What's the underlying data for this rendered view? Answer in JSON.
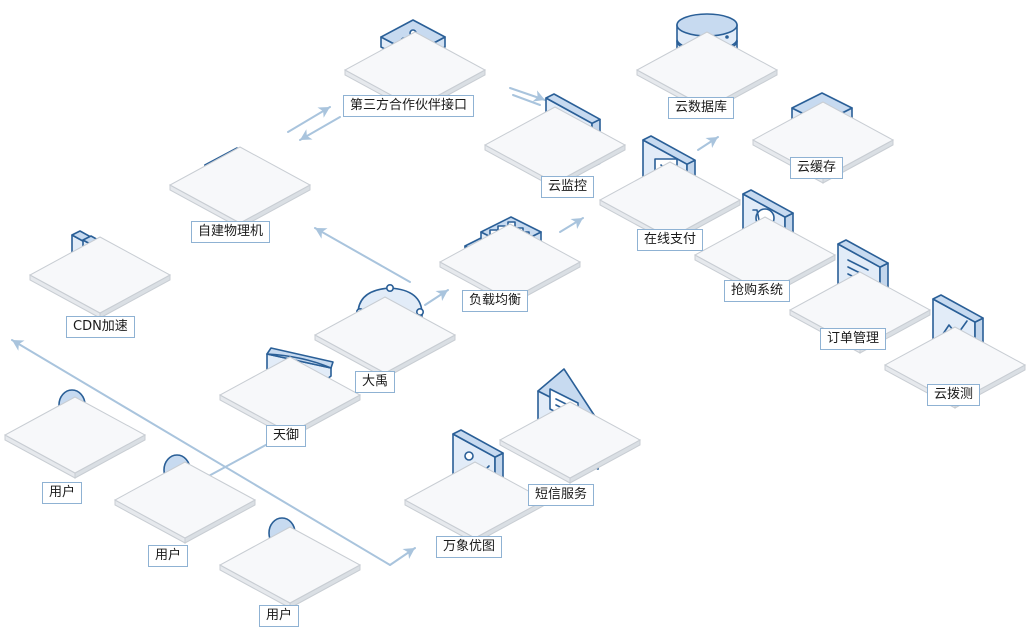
{
  "colors": {
    "accent": "#2a5f97",
    "icon_fill": "#e2ecf8",
    "icon_top": "#c7daf0",
    "platform_top": "#f7f8fa",
    "platform_edge": "#c8cdd3",
    "connector": "#a9c4dd",
    "label_border": "#8fb2d3"
  },
  "nodes": [
    {
      "id": "cdn",
      "label": "CDN加速",
      "icon": "server-rack-icon"
    },
    {
      "id": "self-built",
      "label": "自建物理机",
      "icon": "server-stack-icon"
    },
    {
      "id": "third-party",
      "label": "第三方合作伙伴接口",
      "icon": "partner-network-box-icon"
    },
    {
      "id": "cloud-monitor",
      "label": "云监控",
      "icon": "monitor-wave-icon"
    },
    {
      "id": "cloud-db",
      "label": "云数据库",
      "icon": "database-cylinder-icon"
    },
    {
      "id": "cloud-cache",
      "label": "云缓存",
      "icon": "cache-box-icon"
    },
    {
      "id": "online-pay",
      "label": "在线支付",
      "icon": "payment-screen-icon"
    },
    {
      "id": "flash-sale",
      "label": "抢购系统",
      "icon": "shopping-cart-icon"
    },
    {
      "id": "order-mgmt",
      "label": "订单管理",
      "icon": "document-list-icon"
    },
    {
      "id": "cloud-probe",
      "label": "云拨测",
      "icon": "trend-chart-icon"
    },
    {
      "id": "load-balance",
      "label": "负载均衡",
      "icon": "load-balancer-icon"
    },
    {
      "id": "dayu",
      "label": "大禹",
      "icon": "shield-d-icon"
    },
    {
      "id": "tianyu",
      "label": "天御",
      "icon": "shield-wedge-icon"
    },
    {
      "id": "sms",
      "label": "短信服务",
      "icon": "envelope-icon"
    },
    {
      "id": "image",
      "label": "万象优图",
      "icon": "image-frame-icon"
    },
    {
      "id": "user-1",
      "label": "用户",
      "icon": "user-icon"
    },
    {
      "id": "user-2",
      "label": "用户",
      "icon": "user-icon"
    },
    {
      "id": "user-3",
      "label": "用户",
      "icon": "user-icon"
    }
  ]
}
